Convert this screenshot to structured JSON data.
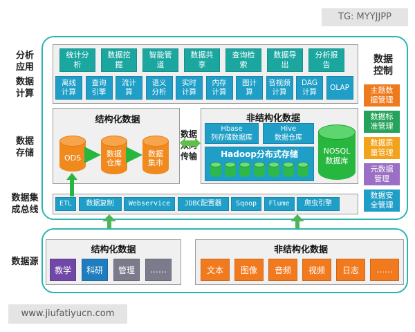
{
  "watermarks": {
    "top": "TG: MYYJJPP",
    "bottom": "www.jiufatiyucn.com"
  },
  "side_labels": {
    "analysis": "分析\n应用",
    "compute": "数据\n计算",
    "storage": "数据\n存储",
    "bus": "数据集\n成总线",
    "source": "数据源"
  },
  "analysis_apps": [
    "统计分\n析",
    "数据挖\n掘",
    "智能管\n道",
    "数据共\n享",
    "查询检\n索",
    "数据导\n出",
    "分析报\n告"
  ],
  "compute_items": [
    "离线\n计算",
    "查询\n引擎",
    "流计\n算",
    "语义\n分析",
    "实时\n计算",
    "内存\n计算",
    "图计\n算",
    "音视频\n计算",
    "DAG\n计算",
    "OLAP"
  ],
  "control": {
    "title": "数据\n控制",
    "items": [
      {
        "label": "主题数\n据管理",
        "color": "#ee7a1e"
      },
      {
        "label": "数据标\n准管理",
        "color": "#25a35b"
      },
      {
        "label": "数据质\n量管理",
        "color": "#f2a21b"
      },
      {
        "label": "元数据\n管理",
        "color": "#9a6fc4"
      },
      {
        "label": "数据安\n全管理",
        "color": "#1f9ec7"
      }
    ]
  },
  "structured_store": {
    "title": "结构化数据",
    "cylinders": [
      "ODS",
      "数据\n仓库",
      "数据\n集市"
    ]
  },
  "bidirectional": "数据\n双向\n传输",
  "unstructured_store": {
    "title": "非结构化数据",
    "hbase": "Hbase\n列存储数据库",
    "hive": "Hive\n数据仓库",
    "hadoop": "Hadoop分布式存储",
    "nosql": "NOSQL\n数据库"
  },
  "bus_items": [
    "ETL",
    "数据复制",
    "Webservice",
    "JDBC配置器",
    "Sqoop",
    "Flume",
    "爬虫引擎"
  ],
  "sources": {
    "structured_title": "结构化数据",
    "structured": [
      "教学",
      "科研",
      "管理",
      "……"
    ],
    "unstructured_title": "非结构化数据",
    "unstructured": [
      "文本",
      "图像",
      "音频",
      "视频",
      "日志",
      "……"
    ]
  }
}
